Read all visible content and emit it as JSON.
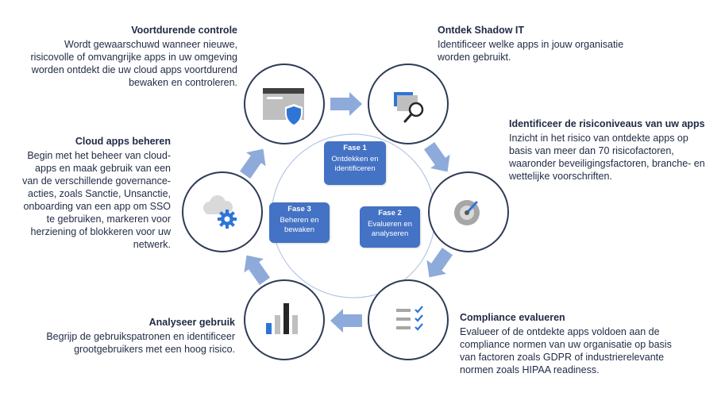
{
  "colors": {
    "accent_blue": "#4472c4",
    "arrow_blue": "#8eaadb",
    "icon_blue": "#2e75d6",
    "circle_border": "#2e3b55",
    "heading_text": "#1f2a44"
  },
  "icons": [
    "window-shield-icon",
    "magnifier-window-icon",
    "gauge-icon",
    "checklist-icon",
    "bar-chart-icon",
    "cloud-gear-icon"
  ],
  "sections": {
    "continuous": {
      "title": "Voortdurende controle",
      "body": "Wordt gewaarschuwd wanneer nieuwe, risicovolle of omvangrijke apps in uw omgeving worden ontdekt die uw cloud apps voortdurend bewaken en controleren."
    },
    "shadow_it": {
      "title": "Ontdek Shadow IT",
      "body": "Identificeer welke apps in jouw organisatie worden gebruikt."
    },
    "risk": {
      "title": "Identificeer de risiconiveaus van uw apps",
      "body": "Inzicht in het risico van ontdekte apps op basis van meer dan 70 risicofactoren, waaronder beveiligingsfactoren, branche- en wettelijke voorschriften."
    },
    "compliance": {
      "title": "Compliance evalueren",
      "body": "Evalueer of de ontdekte apps voldoen aan de compliance normen van uw organisatie op basis van factoren zoals GDPR of industrierelevante normen zoals HIPAA readiness."
    },
    "usage": {
      "title": "Analyseer gebruik",
      "body": "Begrijp de gebruikspatronen en identificeer grootgebruikers met een hoog risico."
    },
    "manage": {
      "title": "Cloud apps beheren",
      "body": "Begin met het beheer van cloud-apps en maak gebruik van een van de verschillende governance-acties, zoals Sanctie, Unsanctie, onboarding van een app om SSO te gebruiken, markeren voor herziening of blokkeren voor uw netwerk."
    }
  },
  "phases": [
    {
      "title": "Fase 1",
      "desc": "Ontdekken en identificeren"
    },
    {
      "title": "Fase 2",
      "desc": "Evalueren en analyseren"
    },
    {
      "title": "Fase 3",
      "desc": "Beheren en bewaken"
    }
  ]
}
